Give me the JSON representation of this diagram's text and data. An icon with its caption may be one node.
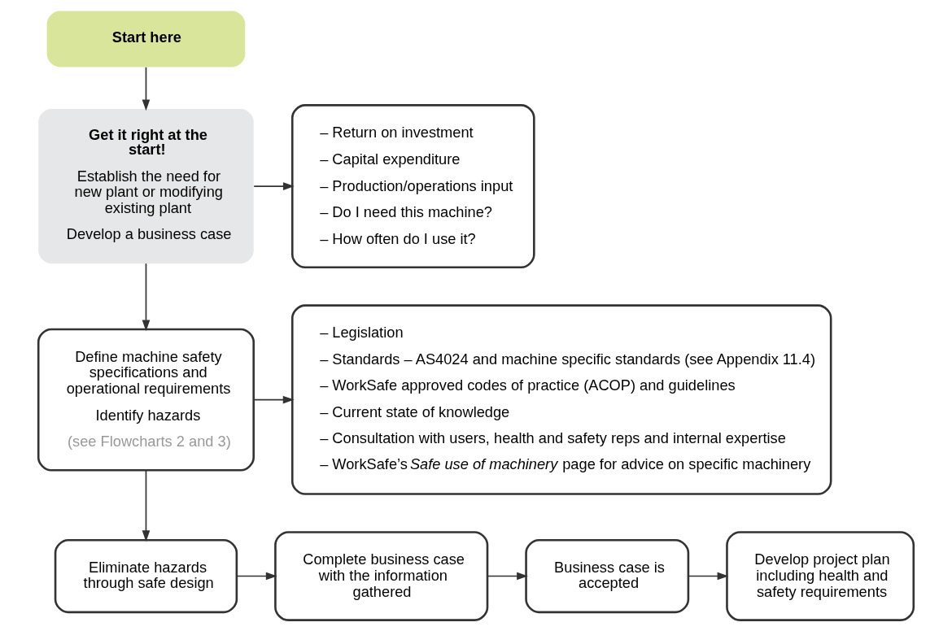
{
  "diagram": {
    "nodes": [
      {
        "text": [
          "Start here"
        ]
      },
      {
        "text": [
          "Get it right at the start!",
          "Establish the need for new plant or modifying existing plant",
          "Develop a business case"
        ]
      },
      {
        "text": [
          "– Return on investment",
          "– Capital expenditure",
          "– Production/operations input",
          "– Do I need this machine?",
          "– How often do I use it?"
        ]
      },
      {
        "text": [
          "Define machine safety specifications and operational requirements",
          "Identify hazards",
          "(see Flowcharts 2 and 3)"
        ]
      },
      {
        "text": [
          "– Legislation",
          "– Standards – AS4024 and machine specific standards (see Appendix 11.4)",
          "– WorkSafe approved codes of practice (ACOP) and guidelines",
          "– Current state of knowledge",
          "– Consultation with users, health and safety reps and internal expertise",
          "– WorkSafe’s *Safe use of machinery* page for advice on specific machinery"
        ]
      },
      {
        "text": [
          "Eliminate hazards through safe design"
        ]
      },
      {
        "text": [
          "Complete business case with the information gathered"
        ]
      },
      {
        "text": [
          "Business case is accepted"
        ]
      },
      {
        "text": [
          "Develop project plan including health and safety requirements"
        ]
      }
    ],
    "edges": [
      {
        "from": 0,
        "to": 1,
        "arrow": "to"
      },
      {
        "from": 1,
        "to": 2,
        "arrow": "to"
      },
      {
        "from": 1,
        "to": 3,
        "arrow": "to"
      },
      {
        "from": 3,
        "to": 4,
        "arrow": "to"
      },
      {
        "from": 3,
        "to": 5,
        "arrow": "to"
      },
      {
        "from": 5,
        "to": 6,
        "arrow": "to"
      },
      {
        "from": 6,
        "to": 7,
        "arrow": "to"
      },
      {
        "from": 7,
        "to": 8,
        "arrow": "to"
      }
    ]
  }
}
